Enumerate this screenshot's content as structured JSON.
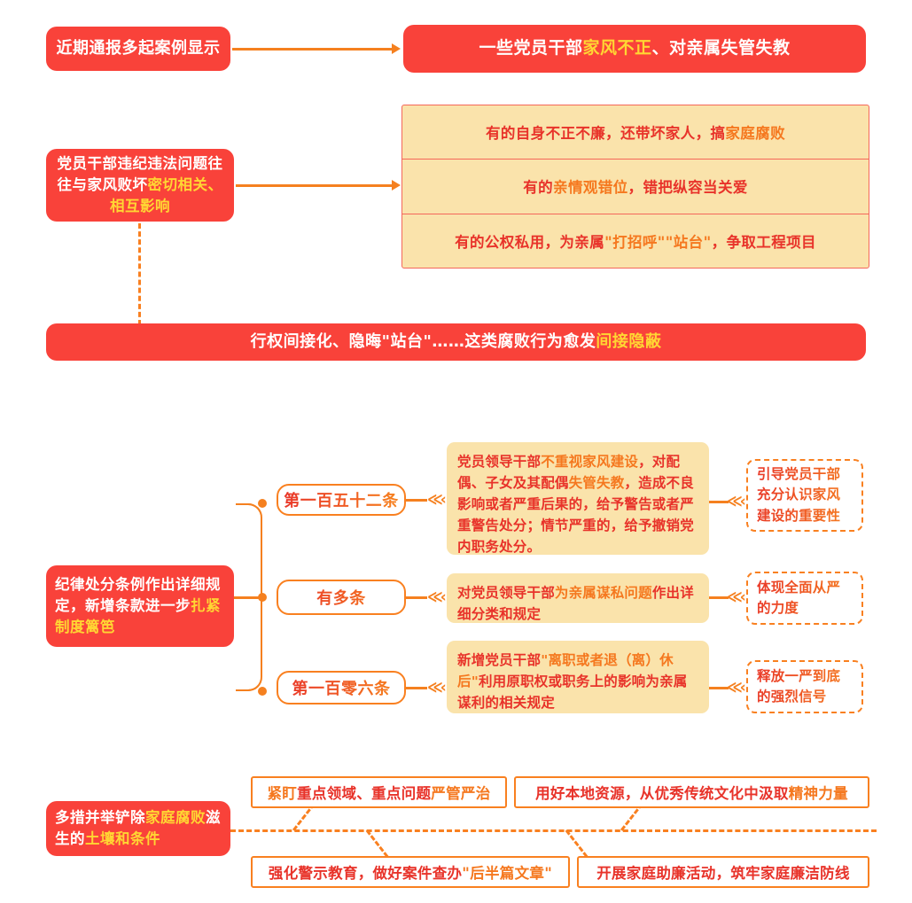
{
  "section1": {
    "source_box": "近期通报多起案例显示",
    "headline": {
      "pre": "一些党员干部",
      "hl": "家风不正",
      "post": "、对亲属失管失教"
    },
    "left_box": {
      "pre": "党员干部违纪违法问题往往与家风败坏",
      "hl": "密切相关、相互影响"
    },
    "rows": [
      {
        "a": "有的自身不正不廉，还带坏家人，搞",
        "b": "家庭腐败",
        "c": ""
      },
      {
        "a": "有的",
        "b": "亲情观错位",
        "c": "，错把纵容当关爱"
      },
      {
        "a": "有的公权私用，为亲属",
        "b": "\"打招呼\"\"站台\"",
        "c": "，争取工程项目"
      }
    ],
    "banner": {
      "pre": "行权间接化、隐晦\"站台\"……这类腐败行为愈发",
      "hl": "间接隐蔽"
    }
  },
  "section2": {
    "left_box": {
      "pre": "纪律处分条例作出详细规定，新增条款进一步",
      "hl": "扎紧制度篱笆"
    },
    "items": [
      {
        "pill": "第一百五十二条",
        "detail": {
          "a": "党员领导干部",
          "b": "不重视家风建设",
          "c": "，对配偶、子女及其配偶",
          "d": "失管失教",
          "e": "，造成不良影响或者严重后果的，给予警告或者严重警告处分；情节严重的，给予撤销党内职务处分。"
        },
        "note": "引导党员干部充分认识家风建设的重要性"
      },
      {
        "pill": "有多条",
        "detail": {
          "a": "对党员领导干部",
          "b": "为亲属谋私问题",
          "c": "作出详细分类和规定",
          "d": "",
          "e": ""
        },
        "note": "体现全面从严的力度"
      },
      {
        "pill": "第一百零六条",
        "detail": {
          "a": "新增党员干部",
          "b": "\"离职或者退（离）休后\"",
          "c": "利用原职权或职务上的影响为亲属谋利的相关规定",
          "d": "",
          "e": ""
        },
        "note": "释放一严到底的强烈信号"
      }
    ]
  },
  "section3": {
    "left_box": {
      "a": "多措并举铲除",
      "b": "家庭腐败",
      "c": "滋生的",
      "d": "土壤和条件"
    },
    "measures": [
      {
        "a": "紧盯",
        "b": "重点领域、重点问题",
        "c": "严管严治",
        "bOrange": false
      },
      {
        "a": "用好本地资源，从优秀传统文化中汲取",
        "b": "精神力量",
        "c": "",
        "bOrange": true
      },
      {
        "a": "强化警示教育，做好案件查办",
        "b": "\"后半篇文章\"",
        "c": "",
        "bOrange": true
      },
      {
        "a": "开展家庭助廉活动，筑牢家庭廉洁防线",
        "b": "",
        "c": "",
        "bOrange": true
      }
    ]
  },
  "colors": {
    "red": "#f9423a",
    "orange": "#f5801f",
    "yellow": "#ffd633",
    "cream": "#fae3ab",
    "deep_red": "#e8332a"
  },
  "icons": {
    "arrow": "arrow-right-icon",
    "chevrons": "chevrons-left-icon"
  }
}
